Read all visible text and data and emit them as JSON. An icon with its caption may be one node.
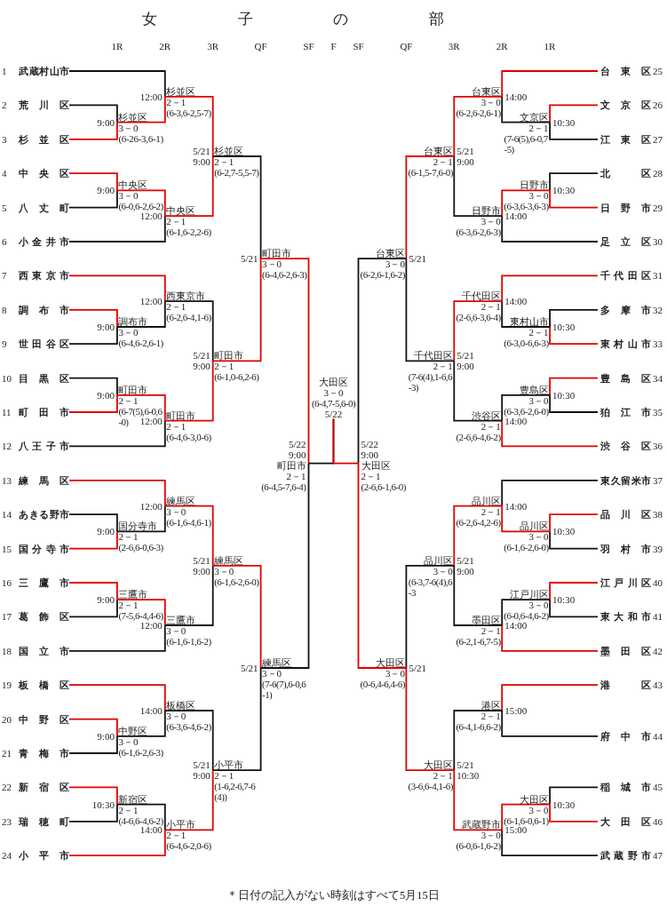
{
  "diagram": {
    "title": "女子の部",
    "caption": "＊日付の記入がない時刻はすべて5月15日",
    "nodes": [
      {
        "text": [
          "武蔵村山市"
        ],
        "beside": [
          "1"
        ]
      },
      {
        "text": [
          "荒川区"
        ],
        "beside": [
          "2"
        ]
      },
      {
        "text": [
          "杉並区"
        ],
        "beside": [
          "3"
        ]
      },
      {
        "text": [
          "中央区"
        ],
        "beside": [
          "4"
        ]
      },
      {
        "text": [
          "八丈町"
        ],
        "beside": [
          "5"
        ]
      },
      {
        "text": [
          "小金井市"
        ],
        "beside": [
          "6"
        ]
      },
      {
        "text": [
          "西東京市"
        ],
        "beside": [
          "7"
        ]
      },
      {
        "text": [
          "調布市"
        ],
        "beside": [
          "8"
        ]
      },
      {
        "text": [
          "世田谷区"
        ],
        "beside": [
          "9"
        ]
      },
      {
        "text": [
          "目黒区"
        ],
        "beside": [
          "10"
        ]
      },
      {
        "text": [
          "町田市"
        ],
        "beside": [
          "11"
        ]
      },
      {
        "text": [
          "八王子市"
        ],
        "beside": [
          "12"
        ]
      },
      {
        "text": [
          "練馬区"
        ],
        "beside": [
          "13"
        ]
      },
      {
        "text": [
          "あきる野市"
        ],
        "beside": [
          "14"
        ]
      },
      {
        "text": [
          "国分寺市"
        ],
        "beside": [
          "15"
        ]
      },
      {
        "text": [
          "三鷹市"
        ],
        "beside": [
          "16"
        ]
      },
      {
        "text": [
          "葛飾区"
        ],
        "beside": [
          "17"
        ]
      },
      {
        "text": [
          "国立市"
        ],
        "beside": [
          "18"
        ]
      },
      {
        "text": [
          "板橋区"
        ],
        "beside": [
          "19"
        ]
      },
      {
        "text": [
          "中野区"
        ],
        "beside": [
          "20"
        ]
      },
      {
        "text": [
          "青梅市"
        ],
        "beside": [
          "21"
        ]
      },
      {
        "text": [
          "新宿区"
        ],
        "beside": [
          "22"
        ]
      },
      {
        "text": [
          "瑞穂町"
        ],
        "beside": [
          "23"
        ]
      },
      {
        "text": [
          "小平市"
        ],
        "beside": [
          "24"
        ]
      },
      {
        "text": [
          "台東区"
        ],
        "beside": [
          "25"
        ]
      },
      {
        "text": [
          "文京区"
        ],
        "beside": [
          "26"
        ]
      },
      {
        "text": [
          "江東区"
        ],
        "beside": [
          "27"
        ]
      },
      {
        "text": [
          "北区"
        ],
        "beside": [
          "28"
        ]
      },
      {
        "text": [
          "日野市"
        ],
        "beside": [
          "29"
        ]
      },
      {
        "text": [
          "足立区"
        ],
        "beside": [
          "30"
        ]
      },
      {
        "text": [
          "千代田区"
        ],
        "beside": [
          "31"
        ]
      },
      {
        "text": [
          "多摩市"
        ],
        "beside": [
          "32"
        ]
      },
      {
        "text": [
          "東村山市"
        ],
        "beside": [
          "33"
        ]
      },
      {
        "text": [
          "豊島区"
        ],
        "beside": [
          "34"
        ]
      },
      {
        "text": [
          "狛江市"
        ],
        "beside": [
          "35"
        ]
      },
      {
        "text": [
          "渋谷区"
        ],
        "beside": [
          "36"
        ]
      },
      {
        "text": [
          "東久留米市"
        ],
        "beside": [
          "37"
        ]
      },
      {
        "text": [
          "品川区"
        ],
        "beside": [
          "38"
        ]
      },
      {
        "text": [
          "羽村市"
        ],
        "beside": [
          "39"
        ]
      },
      {
        "text": [
          "江戸川区"
        ],
        "beside": [
          "40"
        ]
      },
      {
        "text": [
          "東大和市"
        ],
        "beside": [
          "41"
        ]
      },
      {
        "text": [
          "墨田区"
        ],
        "beside": [
          "42"
        ]
      },
      {
        "text": [
          "港区"
        ],
        "beside": [
          "43"
        ]
      },
      {
        "text": [
          "府中市"
        ],
        "beside": [
          "44"
        ]
      },
      {
        "text": [
          "稲城市"
        ],
        "beside": [
          "45"
        ]
      },
      {
        "text": [
          "大田区"
        ],
        "beside": [
          "46"
        ]
      },
      {
        "text": [
          "武蔵野市"
        ],
        "beside": [
          "47"
        ]
      },
      {
        "text": [
          "杉並区",
          "3－0",
          "(6-26-3,6-1)"
        ],
        "beside": [
          "9:00"
        ]
      },
      {
        "text": [
          "杉並区",
          "2－1",
          "(6-3,6-2,5-7)"
        ],
        "beside": [
          "12:00"
        ]
      },
      {
        "text": [
          "中央区",
          "3－0",
          "(6-0,6-2,6-2)"
        ],
        "beside": [
          "9:00"
        ]
      },
      {
        "text": [
          "中央区",
          "2－1",
          "(6-1,6-2,2-6)"
        ],
        "beside": [
          "12:00"
        ]
      },
      {
        "text": [
          "杉並区",
          "2－1",
          "(6-2,7-5,5-7)"
        ],
        "beside": [
          "5/21",
          "9:00"
        ]
      },
      {
        "text": [
          "調布市",
          "3－0",
          "(6-4,6-2,6-1)"
        ],
        "beside": [
          "9:00"
        ]
      },
      {
        "text": [
          "西東京市",
          "2－1",
          "(6-2,6-4,1-6)"
        ],
        "beside": [
          "12:00"
        ]
      },
      {
        "text": [
          "町田市",
          "2－1",
          "(6-7(5),6-0,6-0)"
        ],
        "beside": [
          "9:00"
        ]
      },
      {
        "text": [
          "町田市",
          "2－1",
          "(6-4,6-3,0-6)"
        ],
        "beside": [
          "12:00"
        ]
      },
      {
        "text": [
          "町田市",
          "2－1",
          "(6-1,0-6,2-6)"
        ],
        "beside": [
          "5/21",
          "9:00"
        ]
      },
      {
        "text": [
          "町田市",
          "3－0",
          "(6-4,6-2,6-3)"
        ],
        "beside": [
          "5/21"
        ]
      },
      {
        "text": [
          "国分寺市",
          "2－1",
          "(2-6,6-0,6-3)"
        ],
        "beside": [
          "9:00"
        ]
      },
      {
        "text": [
          "練馬区",
          "3－0",
          "(6-1,6-4,6-1)"
        ],
        "beside": [
          "12:00"
        ]
      },
      {
        "text": [
          "三鷹市",
          "2－1",
          "(7-5,6-4,4-6)"
        ],
        "beside": [
          "9:00"
        ]
      },
      {
        "text": [
          "三鷹市",
          "3－0",
          "(6-1,6-1,6-2)"
        ],
        "beside": [
          "12:00"
        ]
      },
      {
        "text": [
          "練馬区",
          "3－0",
          "(6-1,6-2,6-0)"
        ],
        "beside": [
          "5/21",
          "9:00"
        ]
      },
      {
        "text": [
          "中野区",
          "3－0",
          "(6-1,6-2,6-3)"
        ],
        "beside": [
          "9:00"
        ]
      },
      {
        "text": [
          "板橋区",
          "3－0",
          "(6-3,6-4,6-2)"
        ],
        "beside": [
          "14:00"
        ]
      },
      {
        "text": [
          "新宿区",
          "2－1",
          "(4-6,6-4,6-2)"
        ],
        "beside": [
          "10:30"
        ]
      },
      {
        "text": [
          "小平市",
          "2－1",
          "(6-4,6-2,0-6)"
        ],
        "beside": [
          "14:00"
        ]
      },
      {
        "text": [
          "小平市",
          "2－1",
          "(1-6,2-6,7-6(4))"
        ],
        "beside": [
          "5/21",
          "9:00"
        ]
      },
      {
        "text": [
          "練馬区",
          "3－0",
          "(7-6(7),6-0,6-1)"
        ],
        "beside": [
          "5/21"
        ]
      },
      {
        "text": [
          "町田市",
          "2－1",
          "(6-4,5-7,6-4)"
        ],
        "beside": [
          "5/22",
          "9:00"
        ]
      },
      {
        "text": [
          "大田区",
          "3－0",
          "(6-4,7-5,6-0)"
        ],
        "beside": [
          "5/22"
        ]
      },
      {
        "text": [
          "文京区",
          "2－1",
          "(7-6(5),6-0,7-5)"
        ],
        "beside": [
          "10:30"
        ]
      },
      {
        "text": [
          "台東区",
          "3－0",
          "(6-2,6-2,6-1)"
        ],
        "beside": [
          "14:00"
        ]
      },
      {
        "text": [
          "日野市",
          "3－0",
          "(6-3,6-3,6-3)"
        ],
        "beside": [
          "10:30"
        ]
      },
      {
        "text": [
          "日野市",
          "3－0",
          "(6-3,6-2,6-3)"
        ],
        "beside": [
          "14:00"
        ]
      },
      {
        "text": [
          "台東区",
          "2－1",
          "(6-1,5-7,6-0)"
        ],
        "beside": [
          "5/21",
          "9:00"
        ]
      },
      {
        "text": [
          "東村山市",
          "2－1",
          "(6-3,0-6,6-3)"
        ],
        "beside": [
          "10:30"
        ]
      },
      {
        "text": [
          "千代田区",
          "2－1",
          "(2-6,6-3,6-4)"
        ],
        "beside": [
          "14:00"
        ]
      },
      {
        "text": [
          "豊島区",
          "3－0",
          "(6-3,6-2,6-0)"
        ],
        "beside": [
          "10:30"
        ]
      },
      {
        "text": [
          "渋谷区",
          "2－1",
          "(2-6,6-4,6-2)"
        ],
        "beside": [
          "14:00"
        ]
      },
      {
        "text": [
          "千代田区",
          "2－1",
          "(7-6(4),1-6,6-3)"
        ],
        "beside": [
          "5/21",
          "9:00"
        ]
      },
      {
        "text": [
          "台東区",
          "3－0",
          "(6-2,6-1,6-2)"
        ],
        "beside": [
          "5/21"
        ]
      },
      {
        "text": [
          "品川区",
          "3－0",
          "(6-1,6-2,6-0)"
        ],
        "beside": [
          "10:30"
        ]
      },
      {
        "text": [
          "品川区",
          "2－1",
          "(6-2,6-4,2-6)"
        ],
        "beside": [
          "14:00"
        ]
      },
      {
        "text": [
          "江戸川区",
          "3－0",
          "(6-0,6-4,6-2)"
        ],
        "beside": [
          "10:30"
        ]
      },
      {
        "text": [
          "墨田区",
          "2－1",
          "(6-2,1-6,7-5)"
        ],
        "beside": [
          "14:00"
        ]
      },
      {
        "text": [
          "品川区",
          "3－0",
          "(6-3,7-6(4),6-3"
        ],
        "beside": [
          "5/21",
          "9:00"
        ]
      },
      {
        "text": [
          "港区",
          "2－1",
          "(6-4,1-6,6-2)"
        ],
        "beside": [
          "15:00"
        ]
      },
      {
        "text": [
          "大田区",
          "3－0",
          "(6-1,6-0,6-1)"
        ],
        "beside": [
          "10:30"
        ]
      },
      {
        "text": [
          "武蔵野市",
          "3－0",
          "(6-0,6-1,6-2)"
        ],
        "beside": [
          "15:00"
        ]
      },
      {
        "text": [
          "大田区",
          "2－1",
          "(3-6,6-4,1-6)"
        ],
        "beside": [
          "5/21",
          "10:30"
        ]
      },
      {
        "text": [
          "大田区",
          "3－0",
          "(0-6,4-6,4-6)"
        ],
        "beside": [
          "5/21"
        ]
      },
      {
        "text": [
          "大田区",
          "2－1",
          "(2-6,6-1,6-0)"
        ],
        "beside": [
          "5/22",
          "9:00"
        ]
      }
    ],
    "edges": [
      {
        "from": 1,
        "to": 47,
        "arrow": "none",
        "color": "#111111"
      },
      {
        "from": 2,
        "to": 47,
        "arrow": "none",
        "color": "#e00000"
      },
      {
        "from": 0,
        "to": 48,
        "arrow": "none",
        "color": "#111111"
      },
      {
        "from": 47,
        "to": 48,
        "arrow": "none",
        "color": "#e00000"
      },
      {
        "from": 3,
        "to": 49,
        "arrow": "none",
        "color": "#e00000"
      },
      {
        "from": 4,
        "to": 49,
        "arrow": "none",
        "color": "#111111"
      },
      {
        "from": 49,
        "to": 50,
        "arrow": "none",
        "color": "#e00000"
      },
      {
        "from": 5,
        "to": 50,
        "arrow": "none",
        "color": "#111111"
      },
      {
        "from": 48,
        "to": 51,
        "arrow": "none",
        "color": "#e00000"
      },
      {
        "from": 50,
        "to": 51,
        "arrow": "none",
        "color": "#e00000"
      },
      {
        "from": 7,
        "to": 52,
        "arrow": "none",
        "color": "#e00000"
      },
      {
        "from": 8,
        "to": 52,
        "arrow": "none",
        "color": "#111111"
      },
      {
        "from": 6,
        "to": 53,
        "arrow": "none",
        "color": "#e00000"
      },
      {
        "from": 52,
        "to": 53,
        "arrow": "none",
        "color": "#111111"
      },
      {
        "from": 9,
        "to": 54,
        "arrow": "none",
        "color": "#111111"
      },
      {
        "from": 10,
        "to": 54,
        "arrow": "none",
        "color": "#e00000"
      },
      {
        "from": 54,
        "to": 55,
        "arrow": "none",
        "color": "#e00000"
      },
      {
        "from": 11,
        "to": 55,
        "arrow": "none",
        "color": "#111111"
      },
      {
        "from": 53,
        "to": 56,
        "arrow": "none",
        "color": "#111111"
      },
      {
        "from": 55,
        "to": 56,
        "arrow": "none",
        "color": "#e00000"
      },
      {
        "from": 51,
        "to": 57,
        "arrow": "none",
        "color": "#111111"
      },
      {
        "from": 56,
        "to": 57,
        "arrow": "none",
        "color": "#e00000"
      },
      {
        "from": 13,
        "to": 58,
        "arrow": "none",
        "color": "#111111"
      },
      {
        "from": 14,
        "to": 58,
        "arrow": "none",
        "color": "#e00000"
      },
      {
        "from": 12,
        "to": 59,
        "arrow": "none",
        "color": "#e00000"
      },
      {
        "from": 58,
        "to": 59,
        "arrow": "none",
        "color": "#111111"
      },
      {
        "from": 15,
        "to": 60,
        "arrow": "none",
        "color": "#e00000"
      },
      {
        "from": 16,
        "to": 60,
        "arrow": "none",
        "color": "#111111"
      },
      {
        "from": 60,
        "to": 61,
        "arrow": "none",
        "color": "#e00000"
      },
      {
        "from": 17,
        "to": 61,
        "arrow": "none",
        "color": "#111111"
      },
      {
        "from": 59,
        "to": 62,
        "arrow": "none",
        "color": "#e00000"
      },
      {
        "from": 61,
        "to": 62,
        "arrow": "none",
        "color": "#111111"
      },
      {
        "from": 19,
        "to": 63,
        "arrow": "none",
        "color": "#e00000"
      },
      {
        "from": 20,
        "to": 63,
        "arrow": "none",
        "color": "#111111"
      },
      {
        "from": 18,
        "to": 64,
        "arrow": "none",
        "color": "#e00000"
      },
      {
        "from": 63,
        "to": 64,
        "arrow": "none",
        "color": "#111111"
      },
      {
        "from": 21,
        "to": 65,
        "arrow": "none",
        "color": "#e00000"
      },
      {
        "from": 22,
        "to": 65,
        "arrow": "none",
        "color": "#111111"
      },
      {
        "from": 65,
        "to": 66,
        "arrow": "none",
        "color": "#111111"
      },
      {
        "from": 23,
        "to": 66,
        "arrow": "none",
        "color": "#e00000"
      },
      {
        "from": 64,
        "to": 67,
        "arrow": "none",
        "color": "#111111"
      },
      {
        "from": 66,
        "to": 67,
        "arrow": "none",
        "color": "#e00000"
      },
      {
        "from": 62,
        "to": 68,
        "arrow": "none",
        "color": "#e00000"
      },
      {
        "from": 67,
        "to": 68,
        "arrow": "none",
        "color": "#111111"
      },
      {
        "from": 57,
        "to": 69,
        "arrow": "none",
        "color": "#e00000"
      },
      {
        "from": 68,
        "to": 69,
        "arrow": "none",
        "color": "#111111"
      },
      {
        "from": 69,
        "to": 70,
        "arrow": "none",
        "color": "#111111"
      },
      {
        "from": 92,
        "to": 70,
        "arrow": "none",
        "color": "#e00000"
      },
      {
        "from": 25,
        "to": 71,
        "arrow": "none",
        "color": "#e00000"
      },
      {
        "from": 26,
        "to": 71,
        "arrow": "none",
        "color": "#111111"
      },
      {
        "from": 24,
        "to": 72,
        "arrow": "none",
        "color": "#e00000"
      },
      {
        "from": 71,
        "to": 72,
        "arrow": "none",
        "color": "#111111"
      },
      {
        "from": 27,
        "to": 73,
        "arrow": "none",
        "color": "#111111"
      },
      {
        "from": 28,
        "to": 73,
        "arrow": "none",
        "color": "#e00000"
      },
      {
        "from": 73,
        "to": 74,
        "arrow": "none",
        "color": "#e00000"
      },
      {
        "from": 29,
        "to": 74,
        "arrow": "none",
        "color": "#111111"
      },
      {
        "from": 72,
        "to": 75,
        "arrow": "none",
        "color": "#e00000"
      },
      {
        "from": 74,
        "to": 75,
        "arrow": "none",
        "color": "#111111"
      },
      {
        "from": 31,
        "to": 76,
        "arrow": "none",
        "color": "#111111"
      },
      {
        "from": 32,
        "to": 76,
        "arrow": "none",
        "color": "#e00000"
      },
      {
        "from": 30,
        "to": 77,
        "arrow": "none",
        "color": "#e00000"
      },
      {
        "from": 76,
        "to": 77,
        "arrow": "none",
        "color": "#111111"
      },
      {
        "from": 33,
        "to": 78,
        "arrow": "none",
        "color": "#e00000"
      },
      {
        "from": 34,
        "to": 78,
        "arrow": "none",
        "color": "#111111"
      },
      {
        "from": 78,
        "to": 79,
        "arrow": "none",
        "color": "#111111"
      },
      {
        "from": 35,
        "to": 79,
        "arrow": "none",
        "color": "#e00000"
      },
      {
        "from": 77,
        "to": 80,
        "arrow": "none",
        "color": "#e00000"
      },
      {
        "from": 79,
        "to": 80,
        "arrow": "none",
        "color": "#111111"
      },
      {
        "from": 75,
        "to": 81,
        "arrow": "none",
        "color": "#e00000"
      },
      {
        "from": 80,
        "to": 81,
        "arrow": "none",
        "color": "#111111"
      },
      {
        "from": 37,
        "to": 82,
        "arrow": "none",
        "color": "#e00000"
      },
      {
        "from": 38,
        "to": 82,
        "arrow": "none",
        "color": "#111111"
      },
      {
        "from": 36,
        "to": 83,
        "arrow": "none",
        "color": "#111111"
      },
      {
        "from": 82,
        "to": 83,
        "arrow": "none",
        "color": "#e00000"
      },
      {
        "from": 39,
        "to": 84,
        "arrow": "none",
        "color": "#e00000"
      },
      {
        "from": 40,
        "to": 84,
        "arrow": "none",
        "color": "#111111"
      },
      {
        "from": 84,
        "to": 85,
        "arrow": "none",
        "color": "#111111"
      },
      {
        "from": 41,
        "to": 85,
        "arrow": "none",
        "color": "#e00000"
      },
      {
        "from": 83,
        "to": 86,
        "arrow": "none",
        "color": "#e00000"
      },
      {
        "from": 85,
        "to": 86,
        "arrow": "none",
        "color": "#111111"
      },
      {
        "from": 42,
        "to": 87,
        "arrow": "none",
        "color": "#e00000"
      },
      {
        "from": 43,
        "to": 87,
        "arrow": "none",
        "color": "#111111"
      },
      {
        "from": 44,
        "to": 88,
        "arrow": "none",
        "color": "#111111"
      },
      {
        "from": 45,
        "to": 88,
        "arrow": "none",
        "color": "#e00000"
      },
      {
        "from": 88,
        "to": 89,
        "arrow": "none",
        "color": "#e00000"
      },
      {
        "from": 46,
        "to": 89,
        "arrow": "none",
        "color": "#111111"
      },
      {
        "from": 87,
        "to": 90,
        "arrow": "none",
        "color": "#111111"
      },
      {
        "from": 89,
        "to": 90,
        "arrow": "none",
        "color": "#e00000"
      },
      {
        "from": 86,
        "to": 91,
        "arrow": "none",
        "color": "#111111"
      },
      {
        "from": 90,
        "to": 91,
        "arrow": "none",
        "color": "#e00000"
      },
      {
        "from": 81,
        "to": 92,
        "arrow": "none",
        "color": "#111111"
      },
      {
        "from": 91,
        "to": 92,
        "arrow": "none",
        "color": "#e00000"
      }
    ],
    "labels": [
      "1R",
      "2R",
      "3R",
      "QF",
      "SF",
      "F",
      "SF",
      "QF",
      "3R",
      "2R",
      "1R"
    ]
  }
}
